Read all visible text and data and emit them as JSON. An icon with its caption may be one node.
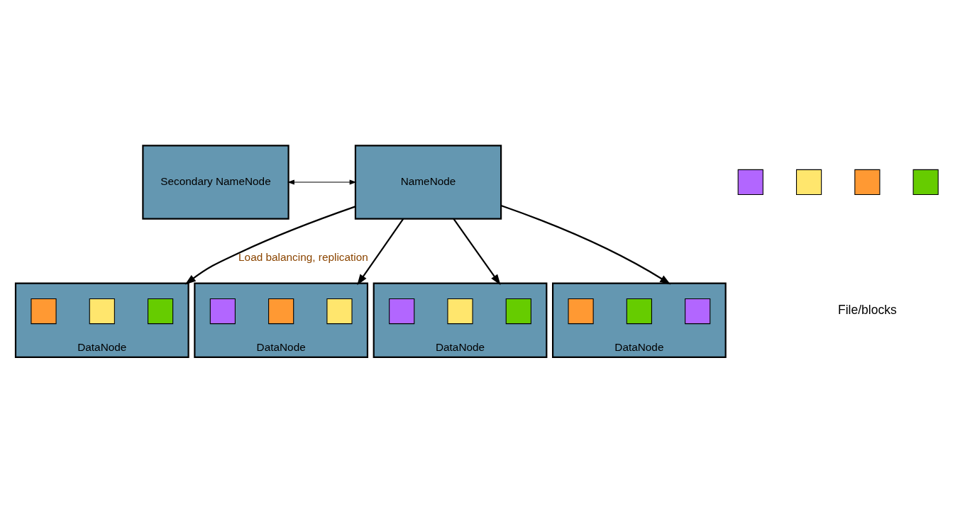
{
  "diagram": {
    "nodes": [
      {
        "text": [
          "Secondary NameNode"
        ]
      },
      {
        "text": [
          "NameNode"
        ]
      },
      {
        "text": [],
        "shape": "box"
      },
      {
        "text": [],
        "shape": "box"
      },
      {
        "text": [],
        "shape": "box"
      },
      {
        "text": [],
        "shape": "box"
      },
      {
        "text": [
          "DataNode"
        ]
      },
      {
        "text": [],
        "shape": "box",
        "in": 6
      },
      {
        "text": [],
        "shape": "box",
        "in": 6
      },
      {
        "text": [],
        "shape": "box",
        "in": 6
      },
      {
        "text": [
          "DataNode"
        ]
      },
      {
        "text": [],
        "shape": "box",
        "in": 10
      },
      {
        "text": [],
        "shape": "box",
        "in": 10
      },
      {
        "text": [],
        "shape": "box",
        "in": 10
      },
      {
        "text": [
          "DataNode"
        ]
      },
      {
        "text": [],
        "shape": "box",
        "in": 14
      },
      {
        "text": [],
        "shape": "box",
        "in": 14
      },
      {
        "text": [],
        "shape": "box",
        "in": 14
      },
      {
        "text": [
          "DataNode"
        ]
      },
      {
        "text": [],
        "shape": "box",
        "in": 18
      },
      {
        "text": [],
        "shape": "box",
        "in": 18
      },
      {
        "text": [],
        "shape": "box",
        "in": 18
      }
    ],
    "edges": [
      {
        "from": 0,
        "to": 1,
        "arrow": "both"
      },
      {
        "from": 1,
        "to": 6,
        "arrow": "to",
        "label": "Load balancing, replication"
      },
      {
        "from": 1,
        "to": 10,
        "arrow": "to"
      },
      {
        "from": 1,
        "to": 14,
        "arrow": "to"
      },
      {
        "from": 1,
        "to": 18,
        "arrow": "to"
      }
    ],
    "labels": [
      "File/blocks"
    ]
  }
}
